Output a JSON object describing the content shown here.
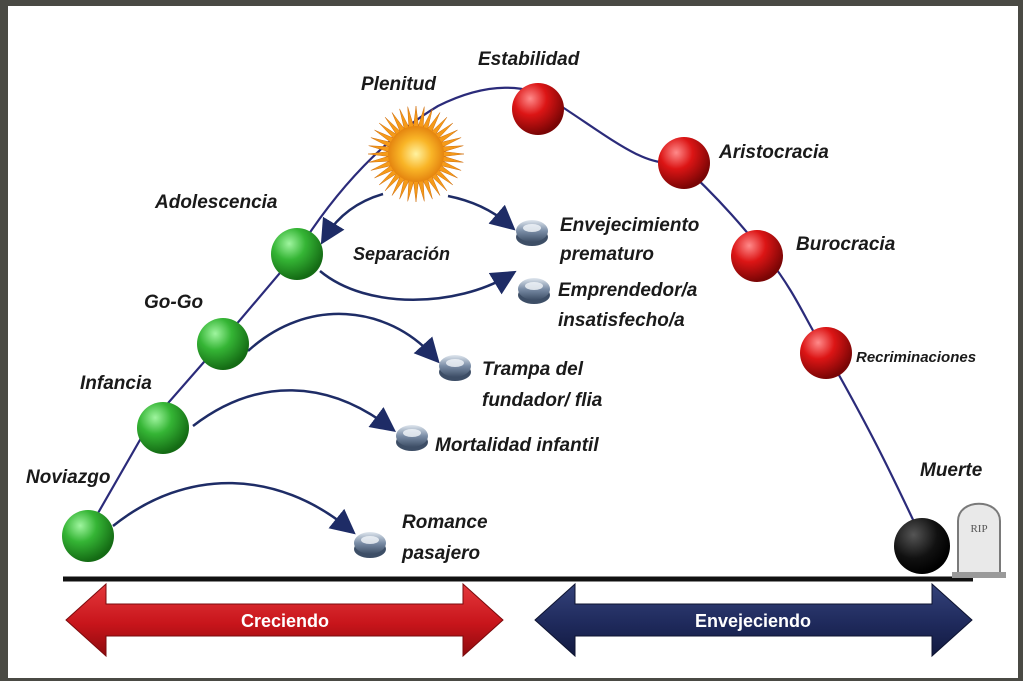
{
  "diagram": {
    "stages_growing": [
      {
        "id": "noviazgo",
        "label": "Noviazgo"
      },
      {
        "id": "infancia",
        "label": "Infancia"
      },
      {
        "id": "gogo",
        "label": "Go-Go"
      },
      {
        "id": "adolescencia",
        "label": "Adolescencia"
      }
    ],
    "peak": {
      "label": "Plenitud"
    },
    "stages_aging": [
      {
        "id": "estabilidad",
        "label": "Estabilidad"
      },
      {
        "id": "aristocracia",
        "label": "Aristocracia"
      },
      {
        "id": "burocracia",
        "label": "Burocracia"
      },
      {
        "id": "recriminaciones",
        "label": "Recriminaciones"
      },
      {
        "id": "muerte",
        "label": "Muerte"
      }
    ],
    "separation_label": "Separación",
    "traps": [
      {
        "id": "romance",
        "line1": "Romance",
        "line2": "pasajero"
      },
      {
        "id": "mortalidad",
        "line1": "Mortalidad infantil",
        "line2": ""
      },
      {
        "id": "trampa",
        "line1": "Trampa del",
        "line2": "fundador/ flia"
      },
      {
        "id": "emprendedor",
        "line1": "Emprendedor/a",
        "line2": "insatisfecho/a"
      },
      {
        "id": "envejecimiento",
        "line1": "Envejecimiento",
        "line2": "prematuro"
      }
    ],
    "tombstone_text": "RIP",
    "arrows": {
      "growing": "Creciendo",
      "aging": "Envejeciendo"
    },
    "colors": {
      "growing_node": "#2ea52e",
      "aging_node": "#d81313",
      "death_node": "#0a0a0a",
      "curve": "#2b2b7a",
      "growing_arrow": "#c8151b",
      "aging_arrow": "#1f2a5c",
      "sun": "#f7a21a"
    }
  }
}
